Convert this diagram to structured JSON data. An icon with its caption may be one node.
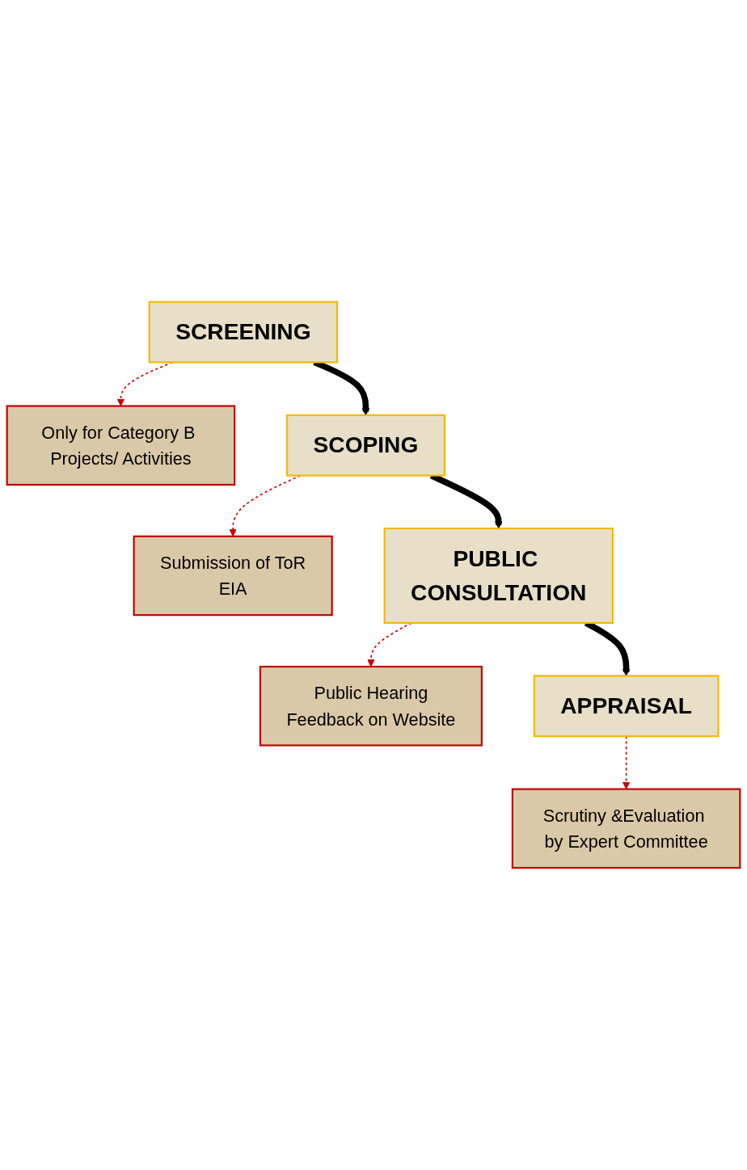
{
  "diagram": {
    "nodes": [
      {
        "text": [
          "SCREENING"
        ]
      },
      {
        "text": [
          "Only for Category B Projects/ Activities"
        ]
      },
      {
        "text": [
          "SCOPING"
        ]
      },
      {
        "text": [
          "Submission of ToR",
          "EIA"
        ]
      },
      {
        "text": [
          "PUBLIC CONSULTATION"
        ]
      },
      {
        "text": [
          "Public Hearing",
          "Feedback on Website"
        ]
      },
      {
        "text": [
          "APPRAISAL"
        ]
      },
      {
        "text": [
          "Scrutiny &Evaluation by Expert Committee"
        ]
      }
    ],
    "edges": [
      {
        "from": 0,
        "to": 2,
        "arrow": "to",
        "style": "thick",
        "color": "#000000"
      },
      {
        "from": 0,
        "to": 1,
        "arrow": "to",
        "style": "dashed",
        "color": "#cc0000"
      },
      {
        "from": 2,
        "to": 4,
        "arrow": "to",
        "style": "thick",
        "color": "#000000"
      },
      {
        "from": 2,
        "to": 3,
        "arrow": "to",
        "style": "dashed",
        "color": "#cc0000"
      },
      {
        "from": 4,
        "to": 6,
        "arrow": "to",
        "style": "thick",
        "color": "#000000"
      },
      {
        "from": 4,
        "to": 5,
        "arrow": "to",
        "style": "dashed",
        "color": "#cc0000"
      },
      {
        "from": 6,
        "to": 7,
        "arrow": "to",
        "style": "dashed",
        "color": "#cc0000"
      }
    ]
  }
}
